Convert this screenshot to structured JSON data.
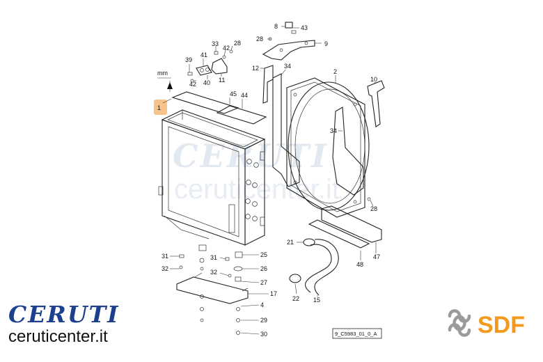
{
  "watermark": {
    "title": "CERUTI",
    "url": "ceruticenter.it",
    "colors": {
      "main": "#dfe6ee"
    }
  },
  "brand_left": {
    "title": "CERUTI",
    "url": "ceruticenter.it",
    "colors": {
      "title": "#1c3f8e",
      "url": "#111111"
    }
  },
  "brand_right": {
    "name": "SDF",
    "colors": {
      "text": "#f39a1e",
      "icon": "#9b9b9b"
    }
  },
  "reference_code": "9_C5983_01_0_A",
  "highlight_color": "#f6c48a",
  "callouts": [
    {
      "id": "c8",
      "text": "8"
    },
    {
      "id": "c43",
      "text": "43"
    },
    {
      "id": "c28a",
      "text": "28"
    },
    {
      "id": "c9",
      "text": "9"
    },
    {
      "id": "c33",
      "text": "33"
    },
    {
      "id": "c42a",
      "text": "42"
    },
    {
      "id": "c28b",
      "text": "28"
    },
    {
      "id": "c41",
      "text": "41"
    },
    {
      "id": "c39",
      "text": "39"
    },
    {
      "id": "c42b",
      "text": "42"
    },
    {
      "id": "c40",
      "text": "40"
    },
    {
      "id": "c11",
      "text": "11"
    },
    {
      "id": "c12",
      "text": "12"
    },
    {
      "id": "c34a",
      "text": "34"
    },
    {
      "id": "c2",
      "text": "2"
    },
    {
      "id": "c10",
      "text": "10"
    },
    {
      "id": "cmm",
      "text": "mm"
    },
    {
      "id": "c1",
      "text": "1"
    },
    {
      "id": "c45",
      "text": "45"
    },
    {
      "id": "c44",
      "text": "44"
    },
    {
      "id": "c34b",
      "text": "34"
    },
    {
      "id": "c28c",
      "text": "28"
    },
    {
      "id": "c21",
      "text": "21"
    },
    {
      "id": "c48",
      "text": "48"
    },
    {
      "id": "c47",
      "text": "47"
    },
    {
      "id": "c31a",
      "text": "31"
    },
    {
      "id": "c32a",
      "text": "32"
    },
    {
      "id": "c31b",
      "text": "31"
    },
    {
      "id": "c25",
      "text": "25"
    },
    {
      "id": "c26",
      "text": "26"
    },
    {
      "id": "c32b",
      "text": "32"
    },
    {
      "id": "c27",
      "text": "27"
    },
    {
      "id": "c17",
      "text": "17"
    },
    {
      "id": "c4",
      "text": "4"
    },
    {
      "id": "c29",
      "text": "29"
    },
    {
      "id": "c30",
      "text": "30"
    },
    {
      "id": "c22",
      "text": "22"
    },
    {
      "id": "c15",
      "text": "15"
    }
  ]
}
